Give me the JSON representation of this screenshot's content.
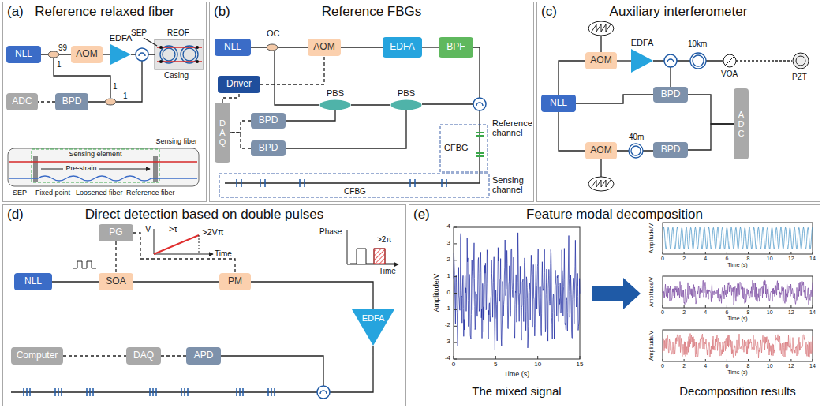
{
  "diagram": {
    "nodes": [
      {
        "text": [
          "(a)",
          "Reference relaxed fiber"
        ]
      },
      {
        "text": [
          "NLL"
        ],
        "in": 0
      },
      {
        "text": [
          "AOM"
        ],
        "in": 0
      },
      {
        "text": [
          "EDFA"
        ],
        "in": 0
      },
      {
        "text": [
          "ADC"
        ],
        "in": 0
      },
      {
        "text": [
          "BPD"
        ],
        "in": 0
      },
      {
        "text": [
          "(b)",
          "Reference FBGs"
        ]
      },
      {
        "text": [
          "NLL"
        ],
        "in": 6
      },
      {
        "text": [
          "AOM"
        ],
        "in": 6
      },
      {
        "text": [
          "EDFA"
        ],
        "in": 6
      },
      {
        "text": [
          "BPF"
        ],
        "in": 6
      },
      {
        "text": [
          "Driver"
        ],
        "in": 6
      },
      {
        "text": [
          "DAQ"
        ],
        "in": 6
      },
      {
        "text": [
          "BPD"
        ],
        "in": 6
      },
      {
        "text": [
          "BPD"
        ],
        "in": 6
      },
      {
        "text": [
          "PBS"
        ],
        "in": 6
      },
      {
        "text": [
          "PBS"
        ],
        "in": 6
      },
      {
        "text": [
          "(c)",
          "Auxiliary interferometer"
        ]
      },
      {
        "text": [
          "NLL"
        ],
        "in": 17
      },
      {
        "text": [
          "AOM"
        ],
        "in": 17
      },
      {
        "text": [
          "EDFA"
        ],
        "in": 17
      },
      {
        "text": [
          "BPD"
        ],
        "in": 17
      },
      {
        "text": [
          "AOM"
        ],
        "in": 17
      },
      {
        "text": [
          "BPD"
        ],
        "in": 17
      },
      {
        "text": [
          "ADC"
        ],
        "in": 17
      },
      {
        "text": [
          "(d)",
          "Direct detection based on double pulses"
        ]
      },
      {
        "text": [
          "PG"
        ],
        "in": 25
      },
      {
        "text": [
          "NLL"
        ],
        "in": 25
      },
      {
        "text": [
          "SOA"
        ],
        "in": 25
      },
      {
        "text": [
          "PM"
        ],
        "in": 25
      },
      {
        "text": [
          "EDFA"
        ],
        "in": 25
      },
      {
        "text": [
          "Computer"
        ],
        "in": 25
      },
      {
        "text": [
          "DAQ"
        ],
        "in": 25
      },
      {
        "text": [
          "APD"
        ],
        "in": 25
      },
      {
        "text": [
          "(e)",
          "Feature modal decomposition"
        ]
      }
    ],
    "edges": [
      {
        "from": 1,
        "to": 2,
        "arrow": "none"
      },
      {
        "from": 2,
        "to": 3,
        "arrow": "none"
      },
      {
        "from": 5,
        "to": 4,
        "arrow": "none"
      },
      {
        "from": 7,
        "to": 8,
        "arrow": "none"
      },
      {
        "from": 8,
        "to": 9,
        "arrow": "none"
      },
      {
        "from": 9,
        "to": 10,
        "arrow": "none"
      },
      {
        "from": 11,
        "to": 8,
        "arrow": "none"
      },
      {
        "from": 12,
        "to": 11,
        "arrow": "none"
      },
      {
        "from": 13,
        "to": 12,
        "arrow": "none"
      },
      {
        "from": 14,
        "to": 12,
        "arrow": "none"
      },
      {
        "from": 15,
        "to": 13,
        "arrow": "none"
      },
      {
        "from": 16,
        "to": 14,
        "arrow": "none"
      },
      {
        "from": 18,
        "to": 19,
        "arrow": "none"
      },
      {
        "from": 18,
        "to": 22,
        "arrow": "none"
      },
      {
        "from": 19,
        "to": 20,
        "arrow": "none"
      },
      {
        "from": 21,
        "to": 24,
        "arrow": "none"
      },
      {
        "from": 23,
        "to": 24,
        "arrow": "none"
      },
      {
        "from": 26,
        "to": 28,
        "arrow": "none"
      },
      {
        "from": 26,
        "to": 29,
        "arrow": "none"
      },
      {
        "from": 27,
        "to": 28,
        "arrow": "none"
      },
      {
        "from": 28,
        "to": 29,
        "arrow": "none"
      },
      {
        "from": 29,
        "to": 30,
        "arrow": "none"
      },
      {
        "from": 31,
        "to": 32,
        "arrow": "none"
      },
      {
        "from": 32,
        "to": 33,
        "arrow": "none"
      }
    ],
    "labels": [
      "99",
      "1",
      "1",
      "1",
      "SEP",
      "REOF",
      "Casing",
      "Sensing element",
      "Pre-strain",
      "Sensing fiber",
      "SEP",
      "Fixed point",
      "Loosened fiber",
      "Reference fiber",
      "OC",
      "Reference channel",
      "CFBG",
      "Sensing channel",
      "CFBG",
      "10km",
      "VOA",
      "PZT",
      "40m",
      "V",
      ">τ",
      ">2Vπ",
      "Time",
      "Phase",
      ">2π",
      "Time",
      "The mixed signal",
      "Decomposition results",
      "Amplitude/V",
      "Time (s)",
      "4",
      "3",
      "2",
      "1",
      "0",
      "-1",
      "-2",
      "-3",
      "-4",
      "0",
      "5",
      "10",
      "15",
      "Amplitude/V",
      "Time (s)",
      "0",
      "2",
      "4",
      "6",
      "8",
      "10",
      "12",
      "14",
      "Amplitude/V",
      "Time (s)",
      "0",
      "2",
      "4",
      "6",
      "8",
      "10",
      "12",
      "14",
      "Amplitude/V",
      "Time (s)",
      "0",
      "2",
      "4",
      "6",
      "8",
      "10",
      "12",
      "14"
    ]
  }
}
